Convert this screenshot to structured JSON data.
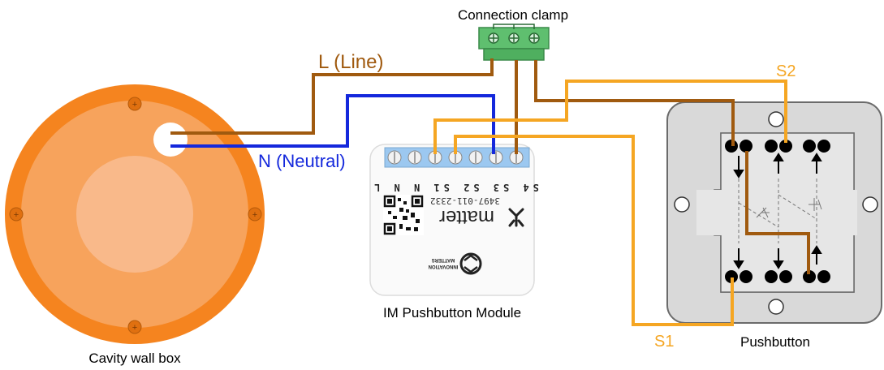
{
  "labels": {
    "connection_clamp": "Connection clamp",
    "line": "L (Line)",
    "neutral": "N (Neutral)",
    "s2": "S2",
    "s1": "S1",
    "module": "IM Pushbutton Module",
    "cavity": "Cavity wall box",
    "pushbutton": "Pushbutton"
  },
  "module": {
    "terminals": "S4 S3 S2 S1 N N L",
    "brand": "matter",
    "code": "3497-011-2332",
    "maker_line1": "INNOVATION",
    "maker_line2": "MATTERS"
  },
  "colors": {
    "line_wire": "#a05a0f",
    "neutral_wire": "#1428dc",
    "switch_wire": "#f5a623",
    "box_outer": "#f5841f",
    "box_inner": "#f7a35c",
    "box_center": "#f9b98a",
    "clamp": "#5fbf6f",
    "pushbutton_plate": "#d9d9d9",
    "module_terminal_strip": "#9cc8f0",
    "label_brown": "#a05a0f",
    "label_blue": "#1428dc",
    "label_orange": "#f5a623"
  },
  "icons": [
    "screw-icon",
    "qr-code-icon",
    "matter-logo-icon",
    "innovation-matters-logo-icon",
    "arrow-icon"
  ]
}
